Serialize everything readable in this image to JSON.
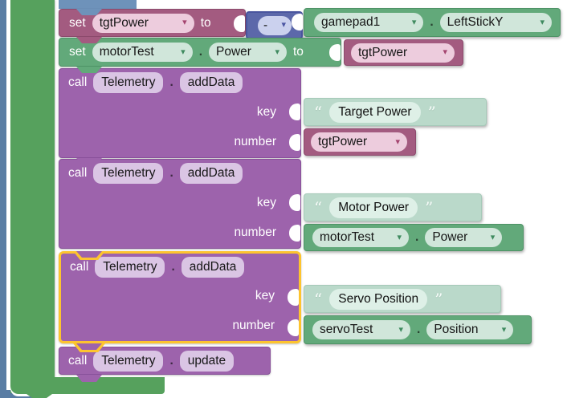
{
  "ui": {
    "dropdown_arrow": "▾",
    "quote_open": "“",
    "quote_close": "”"
  },
  "colors": {
    "variable_block": "#a35b80",
    "variable_field": "#edccdd",
    "math_block": "#5c68aa",
    "math_field": "#cbd1ee",
    "property_block": "#62a97a",
    "property_field": "#d0e6da",
    "procedure_block": "#9d63ac",
    "procedure_field": "#dac5e4",
    "string_block": "#bad9ca",
    "string_field": "#def0e7",
    "loop_block": "#56a15d",
    "top_partial_block": "#6e92ba",
    "left_partial_block": "#5a7da4",
    "highlight": "#fdc42f"
  },
  "blocks": {
    "set_tgt_power": {
      "set": "set",
      "variable": "tgtPower",
      "to": "to",
      "operator": "-",
      "object": "gamepad1",
      "dot": ".",
      "property": "LeftStickY"
    },
    "set_motor_power": {
      "set": "set",
      "object": "motorTest",
      "dot": ".",
      "property": "Power",
      "to": "to",
      "value": "tgtPower"
    },
    "add_data_target": {
      "call": "call",
      "component": "Telemetry",
      "dot": ".",
      "method": "addData",
      "key_label": "key",
      "key_text": "Target Power",
      "number_label": "number",
      "number_value": "tgtPower"
    },
    "add_data_motor": {
      "call": "call",
      "component": "Telemetry",
      "dot": ".",
      "method": "addData",
      "key_label": "key",
      "key_text": "Motor Power",
      "number_label": "number",
      "number_object": "motorTest",
      "number_dot": ".",
      "number_property": "Power"
    },
    "add_data_servo": {
      "call": "call",
      "component": "Telemetry",
      "dot": ".",
      "method": "addData",
      "key_label": "key",
      "key_text": "Servo Position",
      "number_label": "number",
      "number_object": "servoTest",
      "number_dot": ".",
      "number_property": "Position",
      "highlighted": true
    },
    "update_telemetry": {
      "call": "call",
      "component": "Telemetry",
      "dot": ".",
      "method": "update"
    }
  }
}
